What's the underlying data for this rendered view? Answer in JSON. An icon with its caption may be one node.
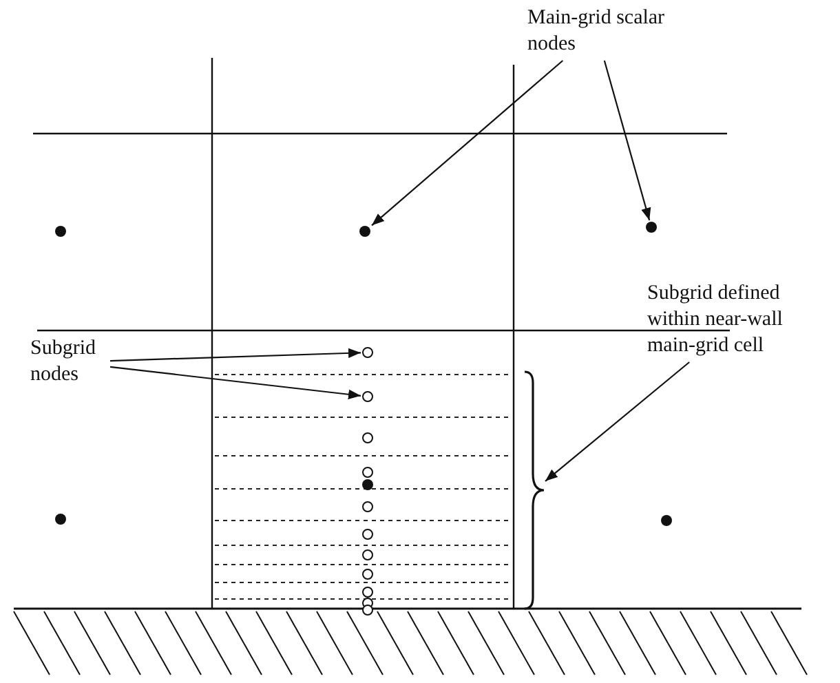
{
  "diagram": {
    "nodes": [
      {
        "text": [
          "Main-grid scalar nodes"
        ]
      },
      {
        "text": [],
        "shape": "circle"
      },
      {
        "text": [],
        "shape": "circle"
      },
      {
        "text": [
          "Subgrid nodes"
        ]
      },
      {
        "text": [],
        "shape": "circle"
      },
      {
        "text": [],
        "shape": "circle"
      },
      {
        "text": [
          "Subgrid defined within near-wall main-grid cell"
        ]
      },
      {
        "text": [],
        "shape": "brace"
      }
    ],
    "edges": [
      {
        "from": 0,
        "to": 1,
        "arrow": "to"
      },
      {
        "from": 0,
        "to": 2,
        "arrow": "to"
      },
      {
        "from": 3,
        "to": 4,
        "arrow": "to"
      },
      {
        "from": 3,
        "to": 5,
        "arrow": "to"
      },
      {
        "from": 6,
        "to": 7,
        "arrow": "to"
      }
    ]
  }
}
